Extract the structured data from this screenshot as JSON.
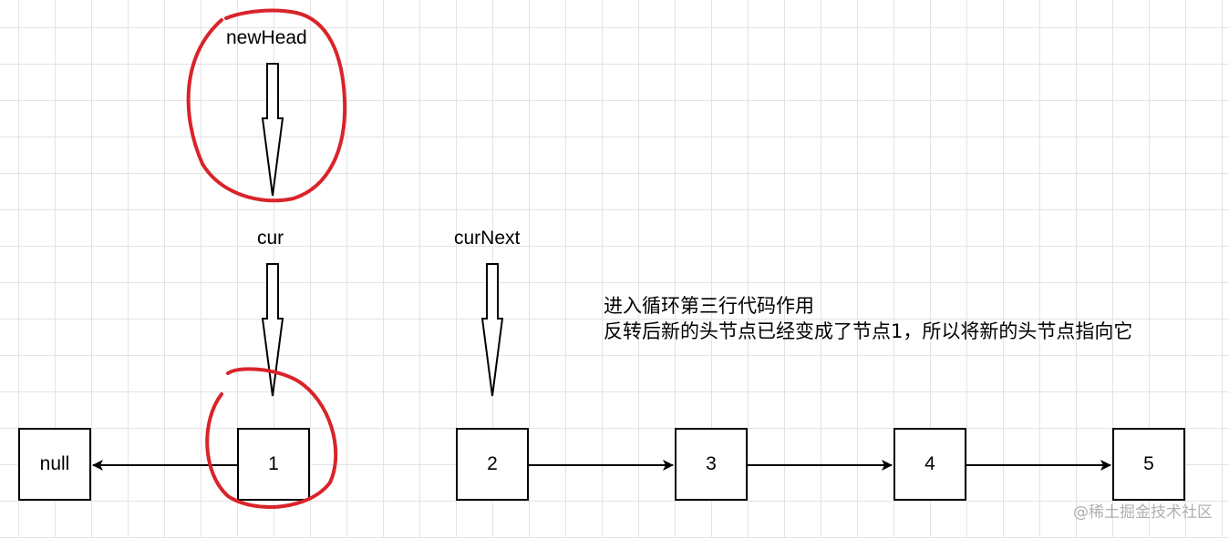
{
  "pointers": {
    "new_head": "newHead",
    "cur": "cur",
    "cur_next": "curNext"
  },
  "nodes": [
    "null",
    "1",
    "2",
    "3",
    "4",
    "5"
  ],
  "annotation": {
    "line1": "进入循环第三行代码作用",
    "line2": "反转后新的头节点已经变成了节点1，所以将新的头节点指向它"
  },
  "watermark": "@稀土掘金技术社区",
  "colors": {
    "highlight_circle": "#d9242a",
    "stroke": "#000000",
    "grid": "#e3e3e3"
  }
}
